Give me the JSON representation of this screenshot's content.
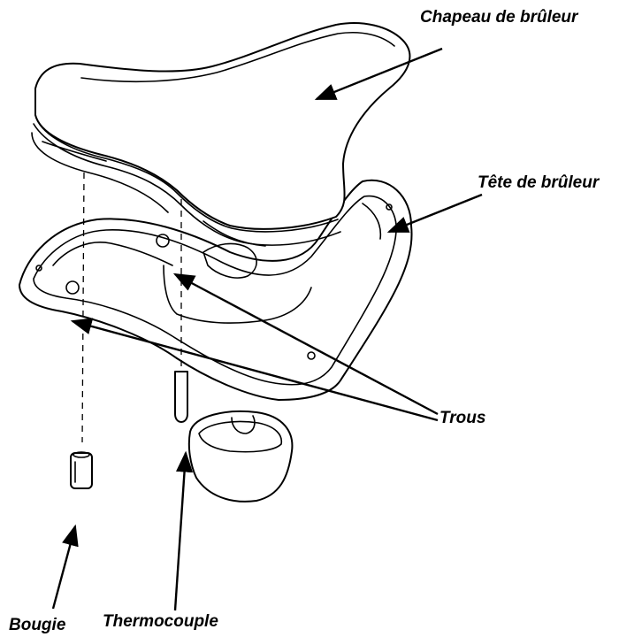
{
  "labels": {
    "burner_cap": "Chapeau de brûleur",
    "burner_head": "Tête de brûleur",
    "holes": "Trous",
    "spark_plug": "Bougie",
    "thermocouple": "Thermocouple"
  },
  "colors": {
    "ink": "#000000",
    "background": "#ffffff"
  }
}
